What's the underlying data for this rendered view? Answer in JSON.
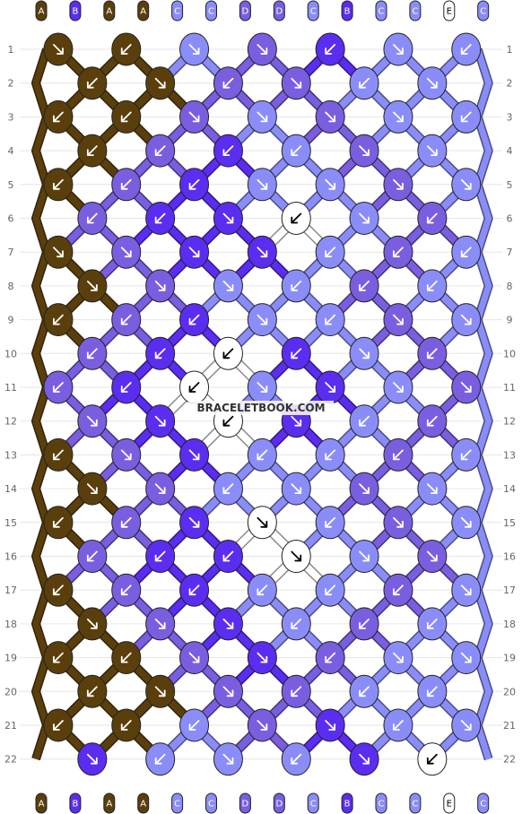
{
  "watermark": "BRACELETBOOK.COM",
  "colors": {
    "A": "#5a3f0c",
    "B": "#5b2df0",
    "C": "#8a8df8",
    "D": "#7a5ee0",
    "E": "#ffffff"
  },
  "strands_top": [
    "A",
    "B",
    "A",
    "A",
    "C",
    "C",
    "D",
    "D",
    "C",
    "B",
    "C",
    "C",
    "E",
    "C"
  ],
  "strands_bottom": [
    "A",
    "B",
    "A",
    "A",
    "C",
    "C",
    "D",
    "D",
    "C",
    "B",
    "C",
    "C",
    "E",
    "C"
  ],
  "row_labels": [
    "1",
    "2",
    "3",
    "4",
    "5",
    "6",
    "7",
    "8",
    "9",
    "10",
    "11",
    "12",
    "13",
    "14",
    "15",
    "16",
    "17",
    "18",
    "19",
    "20",
    "21",
    "22"
  ],
  "knot_rows": [
    [
      "A:se",
      "A:sw",
      "C:se",
      "D:se",
      "B:sw",
      "C:se",
      "C:sw"
    ],
    [
      "A:sw",
      "A:se",
      "D:sw",
      "D:se",
      "C:sw",
      "C:se"
    ],
    [
      "A:sw",
      "A:sw",
      "D:se",
      "C:se",
      "D:se",
      "C:se",
      "C:sw"
    ],
    [
      "A:sw",
      "D:sw",
      "B:sw",
      "C:sw",
      "D:se",
      "C:se"
    ],
    [
      "A:sw",
      "D:sw",
      "B:sw",
      "C:se",
      "C:se",
      "D:se",
      "C:se"
    ],
    [
      "D:sw",
      "B:sw",
      "B:se",
      "E:sw",
      "C:se",
      "D:sw"
    ],
    [
      "A:se",
      "D:se",
      "B:se",
      "B:se",
      "C:sw",
      "D:sw",
      "C:sw"
    ],
    [
      "A:se",
      "D:se",
      "C:se",
      "C:sw",
      "D:sw",
      "C:sw"
    ],
    [
      "A:sw",
      "D:sw",
      "B:sw",
      "C:se",
      "C:sw",
      "D:se",
      "C:se"
    ],
    [
      "D:sw",
      "B:sw",
      "E:sw",
      "B:sw",
      "C:se",
      "D:sw"
    ],
    [
      "D:sw",
      "B:sw",
      "E:sw",
      "C:se",
      "B:se",
      "C:se",
      "D:se"
    ],
    [
      "D:se",
      "B:se",
      "E:sw",
      "B:se",
      "C:sw",
      "D:sw"
    ],
    [
      "A:sw",
      "D:se",
      "B:se",
      "C:sw",
      "C:sw",
      "D:sw",
      "C:sw"
    ],
    [
      "A:se",
      "D:se",
      "C:sw",
      "C:se",
      "D:se",
      "C:se"
    ],
    [
      "A:sw",
      "D:sw",
      "B:se",
      "E:se",
      "C:sw",
      "D:se",
      "C:se"
    ],
    [
      "D:sw",
      "B:sw",
      "B:sw",
      "E:se",
      "C:se",
      "D:se"
    ],
    [
      "A:sw",
      "D:sw",
      "B:sw",
      "C:sw",
      "C:sw",
      "D:sw",
      "C:se"
    ],
    [
      "A:se",
      "D:se",
      "B:se",
      "C:sw",
      "D:sw",
      "C:sw"
    ],
    [
      "A:sw",
      "A:sw",
      "D:se",
      "B:se",
      "D:sw",
      "C:se",
      "C:se"
    ],
    [
      "A:sw",
      "A:se",
      "D:se",
      "D:sw",
      "C:sw",
      "C:sw"
    ],
    [
      "A:sw",
      "A:sw",
      "C:sw",
      "D:se",
      "B:se",
      "C:sw",
      "C:se"
    ],
    [
      "B:se",
      "C:sw",
      "C:se",
      "C:sw",
      "B:se",
      "E:sw"
    ]
  ]
}
